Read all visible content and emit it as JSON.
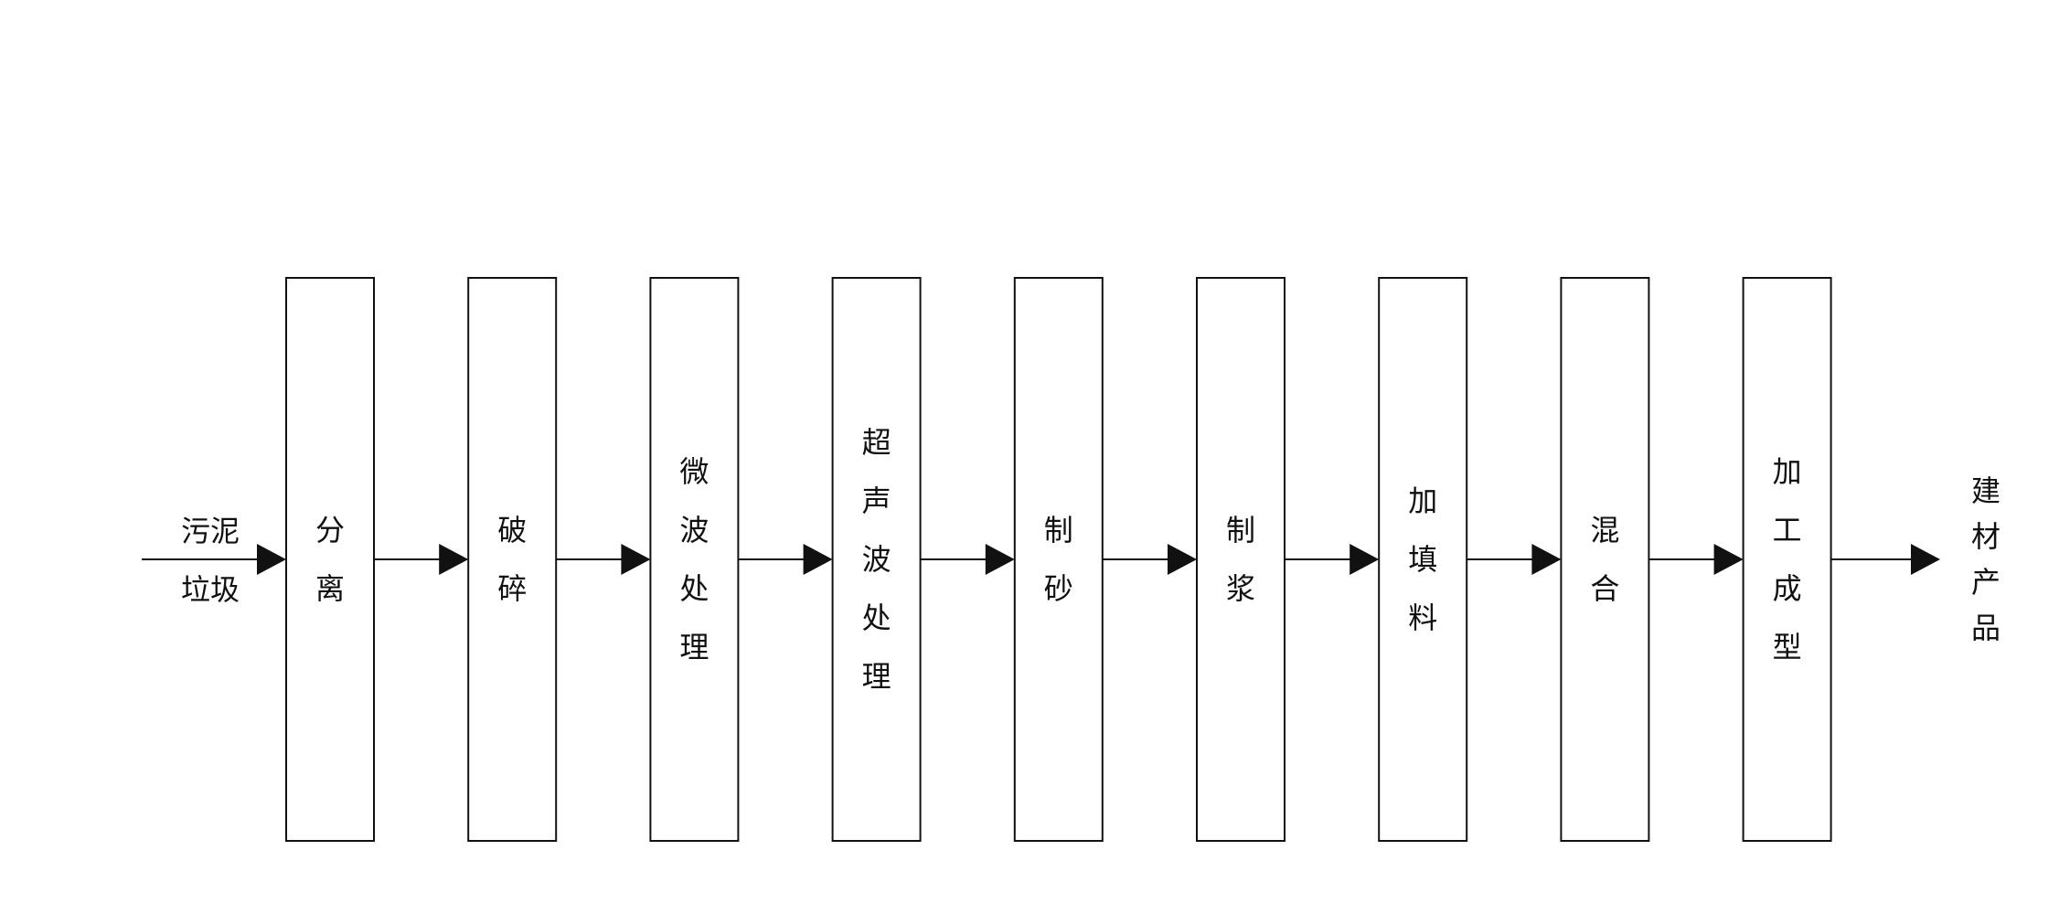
{
  "input": {
    "lines": [
      "污泥",
      "垃圾"
    ]
  },
  "stages": [
    {
      "label": "分离"
    },
    {
      "label": "破碎"
    },
    {
      "label": "微波处理"
    },
    {
      "label": "超声波处理"
    },
    {
      "label": "制砂"
    },
    {
      "label": "制浆"
    },
    {
      "label": "加填料"
    },
    {
      "label": "混合"
    },
    {
      "label": "加工成型"
    }
  ],
  "output": {
    "label": "建材产品"
  }
}
